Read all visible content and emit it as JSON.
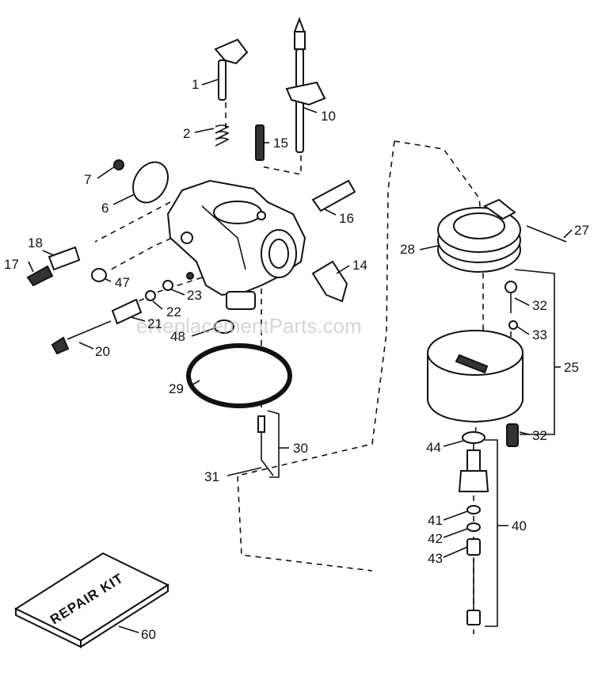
{
  "watermark": "eReplacementParts.com",
  "kit": {
    "title": "REPAIR KIT"
  },
  "labels": {
    "p1": "1",
    "p2": "2",
    "p6": "6",
    "p7": "7",
    "p10": "10",
    "p14": "14",
    "p15": "15",
    "p16": "16",
    "p17": "17",
    "p18": "18",
    "p20": "20",
    "p21": "21",
    "p22": "22",
    "p23": "23",
    "p25": "25",
    "p27": "27",
    "p28": "28",
    "p29": "29",
    "p30": "30",
    "p31": "31",
    "p32a": "32",
    "p32b": "32",
    "p33": "33",
    "p40": "40",
    "p41": "41",
    "p42": "42",
    "p43": "43",
    "p44": "44",
    "p47": "47",
    "p48": "48",
    "p60": "60"
  }
}
